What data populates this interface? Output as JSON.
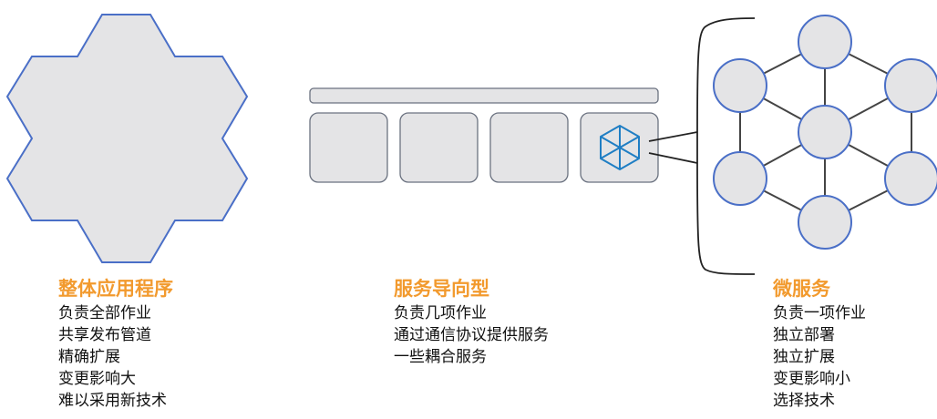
{
  "colors": {
    "accent": "#f29a2e",
    "shape_stroke": "#4a6fc7",
    "shape_fill": "#e4e4e6",
    "box_stroke": "#6b7280",
    "cube_stroke": "#1f7ec4",
    "line": "#222222"
  },
  "sections": [
    {
      "id": "monolith",
      "title": "整体应用程序",
      "items": [
        "负责全部作业",
        "共享发布管道",
        "精确扩展",
        "变更影响大",
        "难以采用新技术"
      ]
    },
    {
      "id": "soa",
      "title": "服务导向型",
      "items": [
        "负责几项作业",
        "通过通信协议提供服务",
        "一些耦合服务"
      ]
    },
    {
      "id": "microservices",
      "title": "微服务",
      "items": [
        "负责一项作业",
        "独立部署",
        "独立扩展",
        "变更影响小",
        "选择技术"
      ]
    }
  ],
  "icons": [
    "hexagon-cluster-icon",
    "cube-icon"
  ]
}
